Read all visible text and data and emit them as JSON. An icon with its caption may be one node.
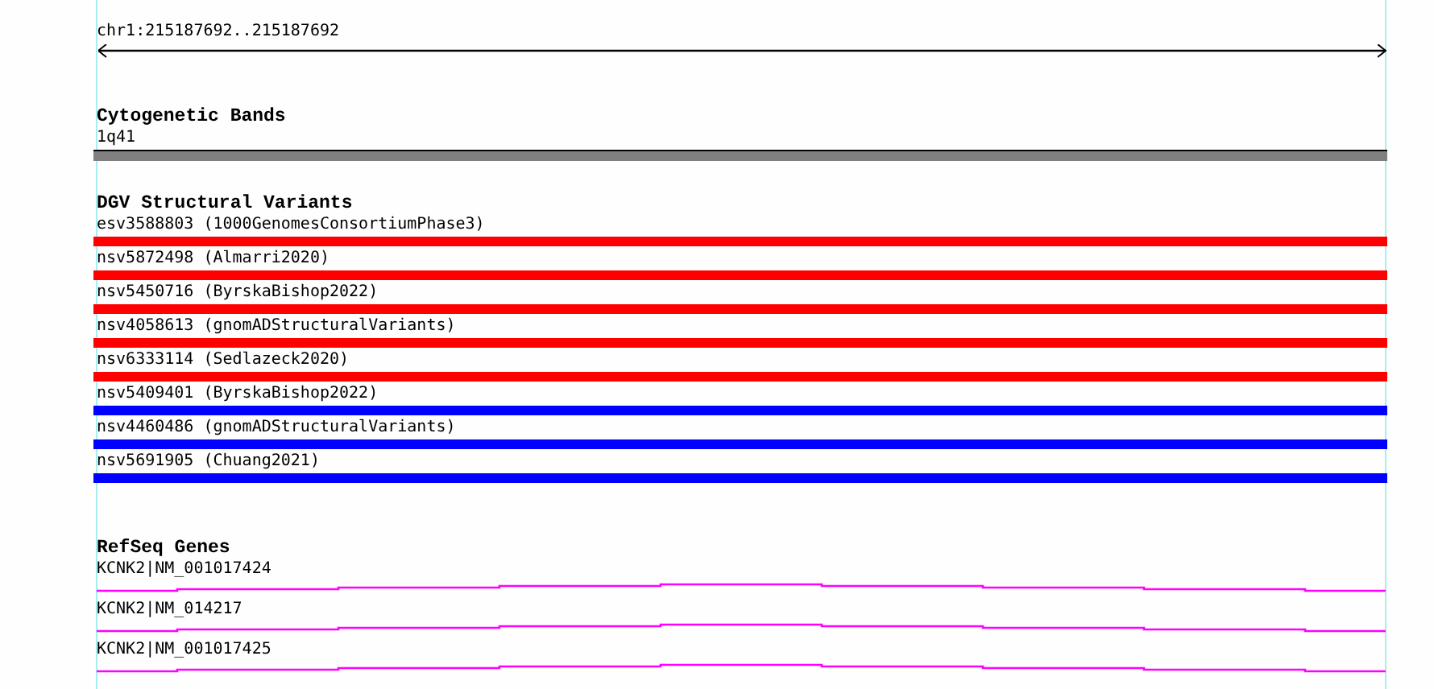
{
  "diagram": {
    "nodes": [
      {
        "text": [
          "1q41"
        ]
      },
      {
        "text": [
          "esv3588803 (1000GenomesConsortiumPhase3)"
        ]
      },
      {
        "text": [
          "nsv5872498 (Almarri2020)"
        ]
      },
      {
        "text": [
          "nsv5450716 (ByrskaBishop2022)"
        ]
      },
      {
        "text": [
          "nsv4058613 (gnomADStructuralVariants)"
        ]
      },
      {
        "text": [
          "nsv6333114 (Sedlazeck2020)"
        ]
      },
      {
        "text": [
          "nsv5409401 (ByrskaBishop2022)"
        ]
      },
      {
        "text": [
          "nsv4460486 (gnomADStructuralVariants)"
        ]
      },
      {
        "text": [
          "nsv5691905 (Chuang2021)"
        ]
      },
      {
        "text": [
          "KCNK2|NM_001017424"
        ]
      },
      {
        "text": [
          "KCNK2|NM_014217"
        ]
      },
      {
        "text": [
          "KCNK2|NM_001017425"
        ]
      }
    ],
    "labels": [
      "chr1:215187692..215187692",
      "Cytogenetic Bands",
      "DGV Structural Variants",
      "RefSeq Genes"
    ]
  }
}
